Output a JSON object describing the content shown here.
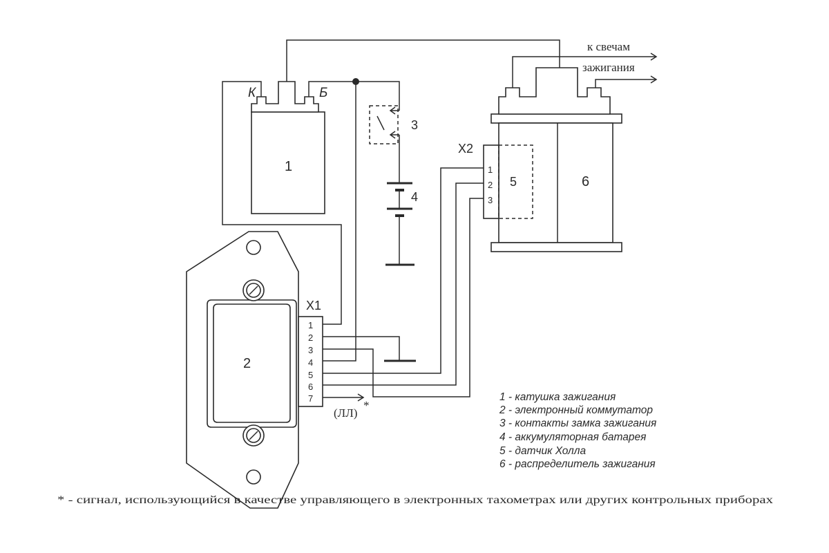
{
  "components": {
    "coil": {
      "number": "1",
      "terminal_k": "К",
      "terminal_b": "Б"
    },
    "commutator": {
      "number": "2",
      "connector": "Х1",
      "pins": [
        "1",
        "2",
        "3",
        "4",
        "5",
        "6",
        "7"
      ]
    },
    "ignition_switch": {
      "number": "3"
    },
    "battery": {
      "number": "4"
    },
    "hall_sensor": {
      "number": "5",
      "connector": "Х2",
      "pins": [
        "1",
        "2",
        "3"
      ]
    },
    "distributor": {
      "number": "6"
    }
  },
  "outputs": {
    "spark_plugs_line1": "к свечам",
    "spark_plugs_line2": "зажигания",
    "signal_symbol": "(ЛЛ)",
    "signal_mark": "*"
  },
  "legend": [
    "1 - катушка зажигания",
    "2 - электронный коммутатор",
    "3 - контакты замка зажигания",
    "4 - аккумуляторная батарея",
    "5 - датчик Холла",
    "6 - распределитель зажигания"
  ],
  "footnote": "* - сигнал, использующийся в качестве управляющего в электронных тахометрах или других контрольных приборах"
}
